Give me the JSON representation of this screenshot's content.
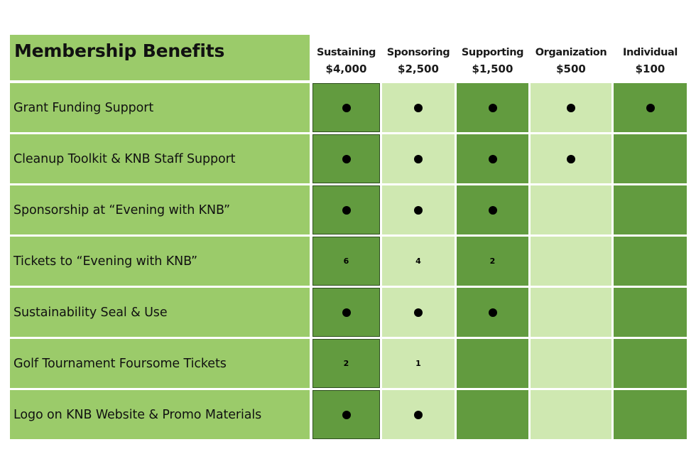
{
  "title": "Membership Benefits",
  "tiers": [
    {
      "name": "Sustaining",
      "price": "$4,000"
    },
    {
      "name": "Sponsoring",
      "price": "$2,500"
    },
    {
      "name": "Supporting",
      "price": "$1,500"
    },
    {
      "name": "Organization",
      "price": "$500"
    },
    {
      "name": "Individual",
      "price": "$100"
    }
  ],
  "colors": {
    "label_green": "#9bcb6a",
    "dark_green": "#629b3f",
    "light_green": "#cfe8b1",
    "dot": "#000000"
  },
  "rows": [
    {
      "benefit": "Grant Funding Support",
      "values": [
        "dot",
        "dot",
        "dot",
        "dot",
        "dot"
      ]
    },
    {
      "benefit": "Cleanup Toolkit & KNB Staff Support",
      "values": [
        "dot",
        "dot",
        "dot",
        "dot",
        ""
      ]
    },
    {
      "benefit": "Sponsorship at “Evening with KNB”",
      "values": [
        "dot",
        "dot",
        "dot",
        "",
        ""
      ]
    },
    {
      "benefit": "Tickets to “Evening with KNB”",
      "values": [
        "6",
        "4",
        "2",
        "",
        ""
      ]
    },
    {
      "benefit": "Sustainability Seal & Use",
      "values": [
        "dot",
        "dot",
        "dot",
        "",
        ""
      ]
    },
    {
      "benefit": "Golf Tournament Foursome Tickets",
      "values": [
        "2",
        "1",
        "",
        "",
        ""
      ]
    },
    {
      "benefit": "Logo on KNB Website & Promo Materials",
      "values": [
        "dot",
        "dot",
        "",
        "",
        ""
      ]
    }
  ]
}
